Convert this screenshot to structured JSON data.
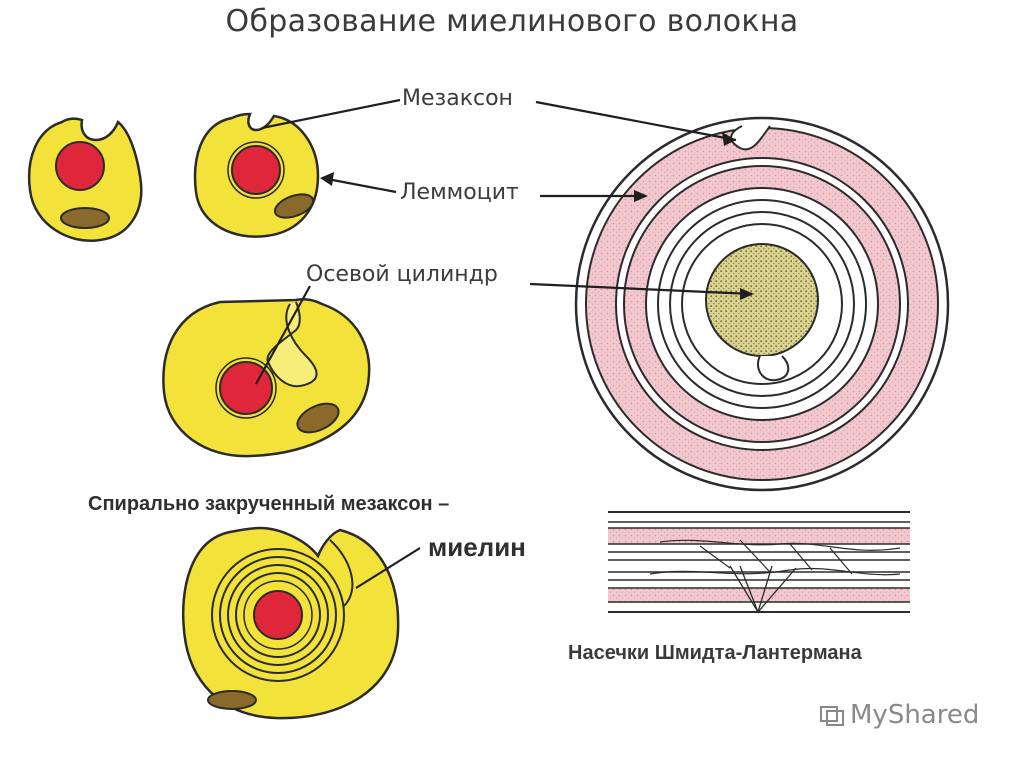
{
  "title": "Образование миелинового волокна",
  "labels": {
    "mesaxon": "Мезаксон",
    "lemmocyte": "Леммоцит",
    "axial_cylinder": "Осевой цилиндр",
    "spiral_mesaxon": "Спирально закрученный мезаксон –",
    "myelin": "миелин",
    "notches": "Насечки Шмидта-Лантермана"
  },
  "watermark": {
    "text": "MyShared"
  },
  "colors": {
    "cytoplasm": "#f2e23a",
    "axon": "#e0263a",
    "nucleus": "#8a6a2a",
    "myelin": "#f0c4cc",
    "outline": "#2b2b2b",
    "axoplasm": "#d9cf86"
  }
}
